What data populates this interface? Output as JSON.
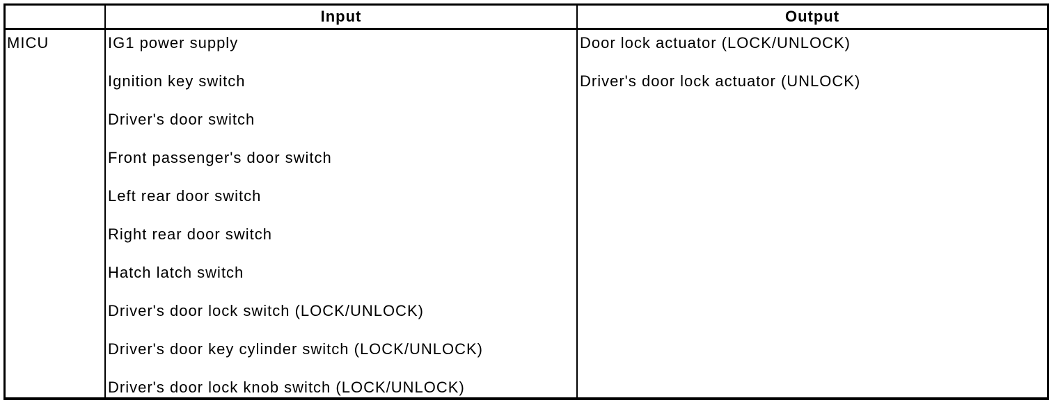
{
  "page": {
    "background_color": "#ffffff"
  },
  "table": {
    "colors": {
      "border": "#000000",
      "text": "#000000",
      "background": "#ffffff"
    },
    "row_label": "MICU",
    "headers": {
      "input": "Input",
      "output": "Output"
    },
    "inputs": [
      "IG1 power supply",
      "Ignition key switch",
      "Driver's door switch",
      "Front passenger's door switch",
      "Left rear door switch",
      "Right rear door switch",
      "Hatch latch switch",
      "Driver's door lock switch (LOCK/UNLOCK)",
      "Driver's door key cylinder switch (LOCK/UNLOCK)",
      "Driver's door lock knob switch (LOCK/UNLOCK)"
    ],
    "outputs": [
      "Door lock actuator (LOCK/UNLOCK)",
      "Driver's door lock actuator (UNLOCK)"
    ]
  }
}
